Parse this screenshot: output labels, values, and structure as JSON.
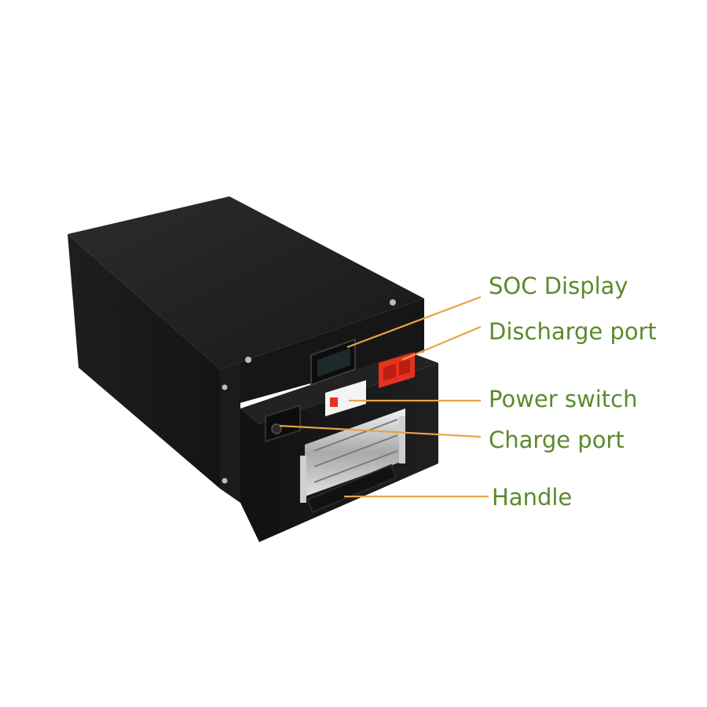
{
  "colors": {
    "label_green": "#5c8a2c",
    "leader_orange": "#e8a24a",
    "body_black": "#1a1a1a",
    "connector_red": "#e8301e"
  },
  "callouts": [
    {
      "id": "soc-display",
      "text": "SOC Display"
    },
    {
      "id": "discharge-port",
      "text": "Discharge port"
    },
    {
      "id": "power-switch",
      "text": "Power switch"
    },
    {
      "id": "charge-port",
      "text": "Charge port"
    },
    {
      "id": "handle",
      "text": "Handle"
    }
  ]
}
